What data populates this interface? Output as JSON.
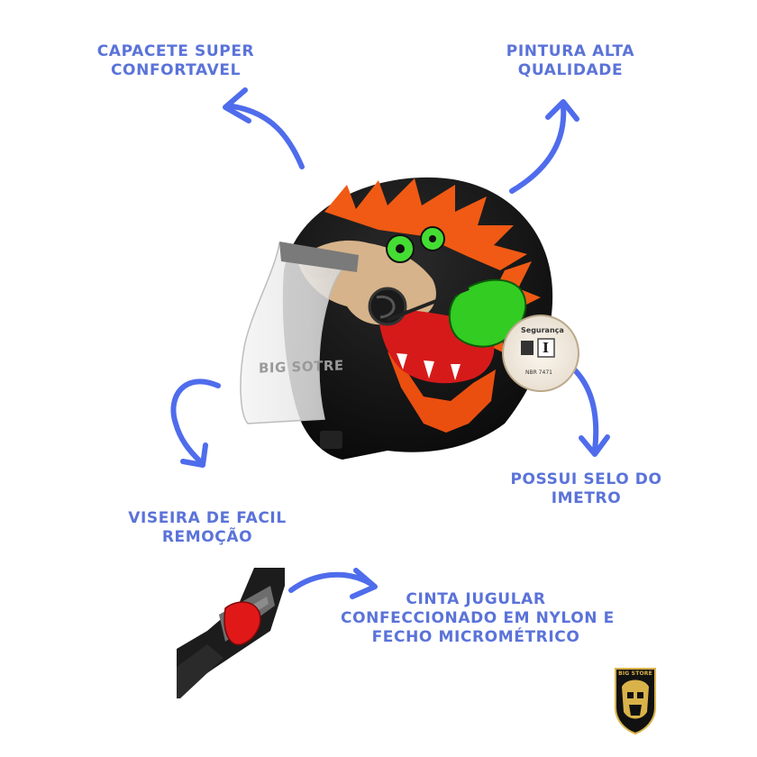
{
  "captions": {
    "comfort": [
      "CAPACETE SUPER",
      "CONFORTAVEL"
    ],
    "paint": [
      "PINTURA ALTA",
      "QUALIDADE"
    ],
    "seal": [
      "POSSUI SELO DO",
      "IMETRO"
    ],
    "visor": [
      "VISEIRA DE FACIL",
      "REMOÇÃO"
    ],
    "strap": [
      "CINTA JUGULAR",
      "CONFECCIONADO EM NYLON E",
      "FECHO MICROMÉTRICO"
    ]
  },
  "visor_print": "BIG SOTRE",
  "seal_sticker": {
    "title": "Segurança",
    "standard": "NBR 7471",
    "logo_letter": "I"
  },
  "logo": {
    "text": "BIG STORE"
  },
  "colors": {
    "caption": "#5b73d9",
    "arrow": "#4f6cec",
    "helmet_shell": "#141414",
    "fur_orange": "#f05a14",
    "eye_green": "#44dd33",
    "tongue_green": "#33cc22",
    "face_tan": "#d6b38a",
    "buckle_red": "#e01818",
    "logo_gold": "#d9b24a"
  }
}
